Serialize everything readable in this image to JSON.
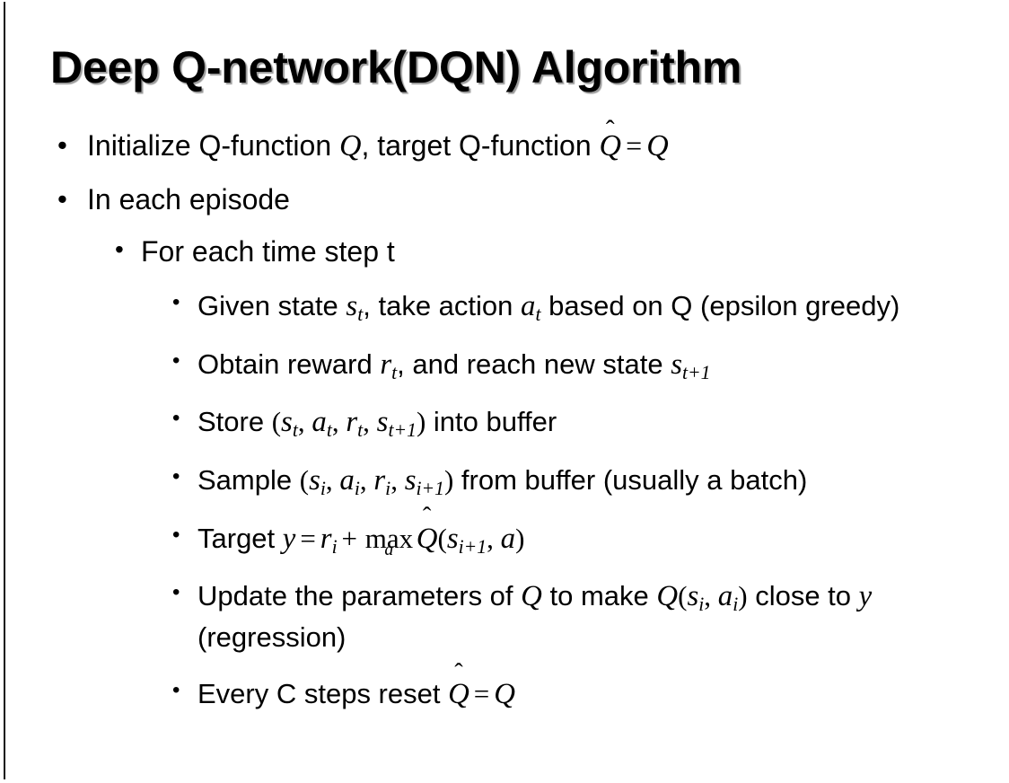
{
  "slide": {
    "title": "Deep Q-network(DQN) Algorithm",
    "background_color": "#ffffff",
    "text_color": "#000000",
    "bullet_glyph": "•"
  },
  "content": {
    "b1": {
      "pre": "Initialize Q-function ",
      "var_q1": "Q",
      "mid": ", target Q-function ",
      "qhat": "Q",
      "hat": "̂",
      "eq": "=",
      "var_q2": "Q"
    },
    "b2": {
      "text": "In each episode"
    },
    "b3": {
      "text": "For each time step t"
    },
    "b4": {
      "pre": "Given state ",
      "s": "s",
      "s_sub": "t",
      "mid": ", take action ",
      "a": "a",
      "a_sub": "t",
      "post": " based on Q (epsilon greedy)"
    },
    "b5": {
      "pre": "Obtain reward ",
      "r": "r",
      "r_sub": "t",
      "mid": ", and reach new state ",
      "s": "s",
      "s_sub": "t+1"
    },
    "b6": {
      "pre": "Store ",
      "lp": "(",
      "s1": "s",
      "s1_sub": "t",
      "c1": ", ",
      "a1": "a",
      "a1_sub": "t",
      "c2": ", ",
      "r1": "r",
      "r1_sub": "t",
      "c3": ", ",
      "s2": "s",
      "s2_sub": "t+1",
      "rp": ")",
      "post": " into buffer"
    },
    "b7": {
      "pre": "Sample ",
      "lp": "(",
      "s1": "s",
      "s1_sub": "i",
      "c1": ", ",
      "a1": "a",
      "a1_sub": "i",
      "c2": ", ",
      "r1": "r",
      "r1_sub": "i",
      "c3": ", ",
      "s2": "s",
      "s2_sub": "i+1",
      "rp": ")",
      "post": " from buffer (usually a batch)"
    },
    "b8": {
      "pre": "Target ",
      "y": "y",
      "eq": "=",
      "r": "r",
      "r_sub": "i",
      "plus": "+",
      "op": "max",
      "op_sub": "a",
      "qhat": "Q",
      "hat": "̂",
      "lp": "(",
      "s": "s",
      "s_sub": "i+1",
      "comma": ", ",
      "a": "a",
      "rp": ")"
    },
    "b9": {
      "pre": "Update the parameters of ",
      "q1": "Q",
      "mid": " to make ",
      "q2": "Q",
      "lp": "(",
      "s": "s",
      "s_sub": "i",
      "comma": ", ",
      "a": "a",
      "a_sub": "i",
      "rp": ")",
      "post": " close to ",
      "y": "y",
      "tail": " (regression)"
    },
    "b10": {
      "pre": "Every C steps reset ",
      "qhat": "Q",
      "hat": "̂",
      "eq": "=",
      "q": "Q"
    }
  }
}
